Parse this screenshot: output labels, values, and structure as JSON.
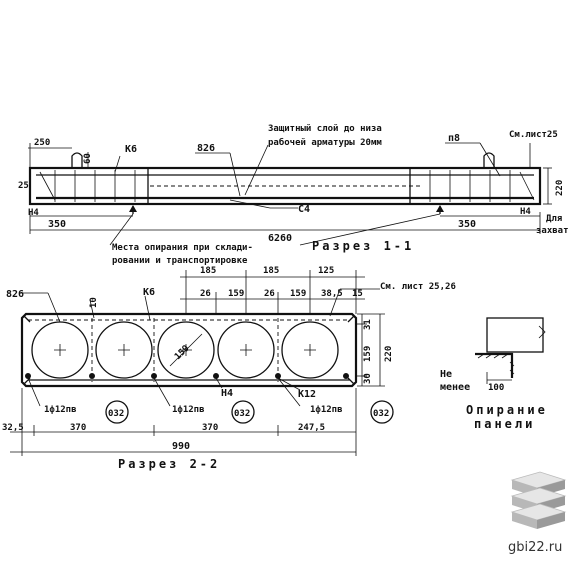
{
  "section11": {
    "dims": {
      "d250": "250",
      "d60": "60",
      "d25": "25",
      "d350_left": "350",
      "d6260": "6260",
      "d350_right": "350",
      "d220": "220"
    },
    "labels": {
      "k6": "К6",
      "s26": "826",
      "p8": "п8",
      "n4": "Н4",
      "c4": "С4",
      "cover_line1": "Защитный слой до низа",
      "cover_line2": "рабочей арматуры 20мм",
      "see_sheet": "См.лист25",
      "for_line1": "Для",
      "for_line2": "захват",
      "support_line1": "Места опирания при склади-",
      "support_line2": "ровании и транспортировке"
    },
    "title": "Разрез 1-1"
  },
  "section22": {
    "top_dims": {
      "d185a": "185",
      "d185b": "185",
      "d125": "125",
      "d26a": "26",
      "d159a": "159",
      "d26b": "26",
      "d159b": "159",
      "d385": "38,5",
      "d15": "15"
    },
    "labels": {
      "s26": "826",
      "k6": "К6",
      "d159": "159",
      "d10": "10",
      "n4": "Н4",
      "k12": "К12",
      "see_sheet": "См. лист 25,26",
      "rebar1": "1ф12пв",
      "rebar2": "1ф12пв",
      "rebar3": "1ф12пв",
      "circle1": "032",
      "circle2": "032",
      "circle3": "032"
    },
    "side_dims": {
      "d31": "31",
      "d159": "159",
      "d30": "30",
      "d220": "220"
    },
    "bottom_dims": {
      "d325": "32,5",
      "d370a": "370",
      "d370b": "370",
      "d2475": "247,5",
      "d990": "990"
    },
    "title": "Разрез 2-2"
  },
  "support": {
    "min_line1": "Не",
    "min_line2": "менее",
    "min_value": "100",
    "caption_line1": "Опирание",
    "caption_line2": "панели"
  },
  "watermark": {
    "site": "gbi22.ru"
  }
}
